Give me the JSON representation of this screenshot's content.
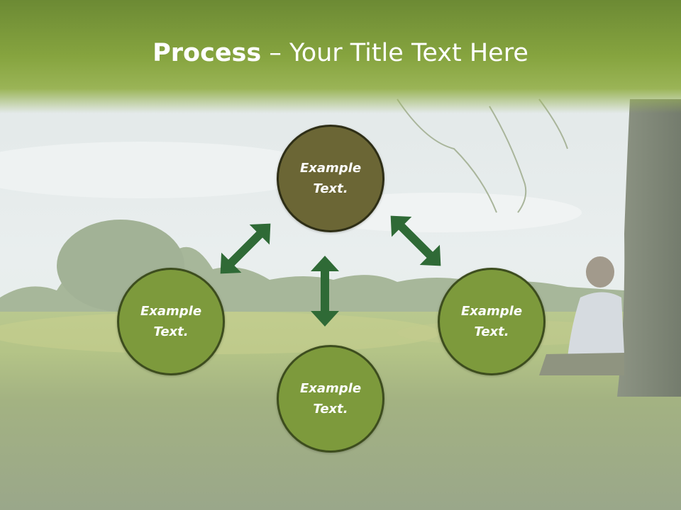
{
  "slide": {
    "title_bold": "Process",
    "title_rest": " – Your Title Text Here"
  },
  "nodes": {
    "top": "Example\nText.",
    "left": "Example\nText.",
    "right": "Example\nText.",
    "bottom": "Example\nText."
  },
  "colors": {
    "band": "#86a43f",
    "node_top": "#6b6635",
    "node": "#7d9a3c",
    "arrow": "#2f6a36"
  },
  "icons": [
    "double-arrow-icon"
  ]
}
